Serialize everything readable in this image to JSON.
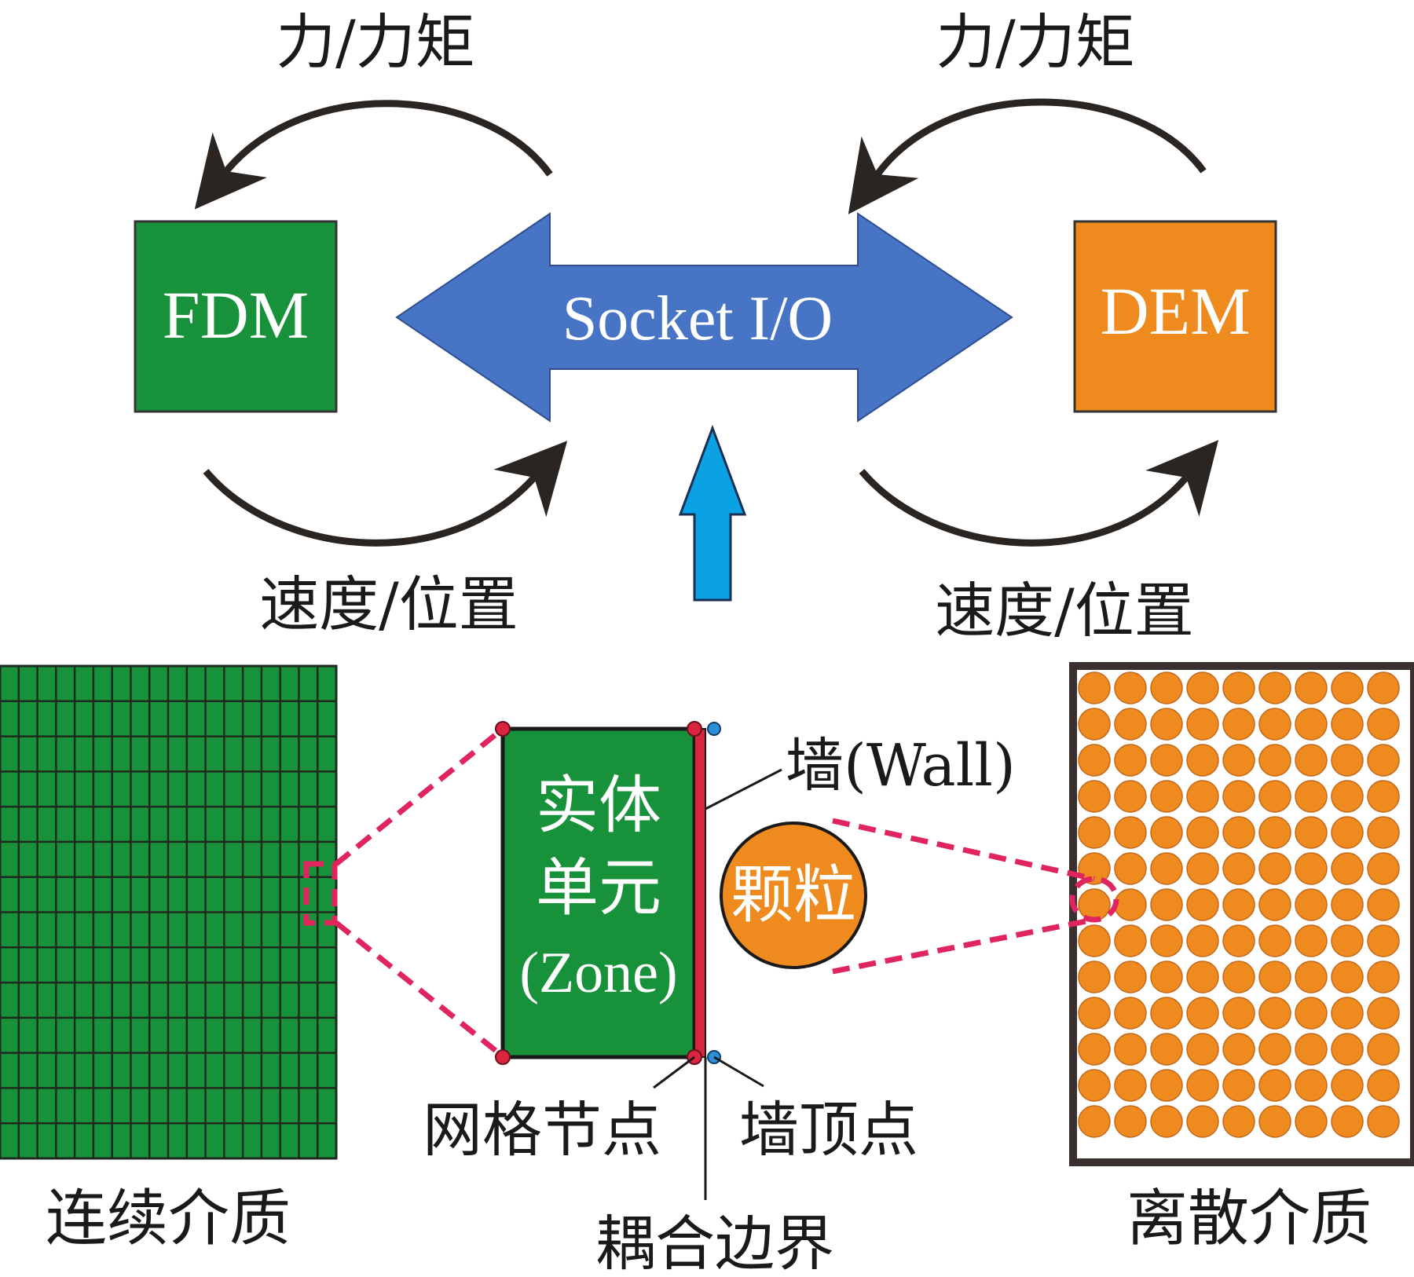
{
  "top": {
    "fdm_label": "FDM",
    "dem_label": "DEM",
    "socket_label": "Socket I/O",
    "force_left": "力/力矩",
    "force_right": "力/力矩",
    "velocity_left": "速度/位置",
    "velocity_right": "速度/位置"
  },
  "bottom": {
    "continuum_label": "连续介质",
    "discrete_label": "离散介质",
    "zone_line1": "实体",
    "zone_line2": "单元",
    "zone_line3": "(Zone)",
    "particle_label": "颗粒",
    "wall_label": "墙(Wall)",
    "grid_node_label": "网格节点",
    "wall_vertex_label": "墙顶点",
    "coupling_boundary_label": "耦合边界"
  },
  "colors": {
    "fdm_green": "#17913a",
    "dem_orange": "#ef8a1f",
    "socket_blue": "#4774c4",
    "up_arrow_blue": "#0aa2e2",
    "dash_red": "#e0245e",
    "wall_red": "#d9253f",
    "node_red": "#d9253f",
    "vertex_blue": "#2d8fd8",
    "grid_line": "#1e2a1e",
    "arrow_dark": "#2b2522"
  }
}
